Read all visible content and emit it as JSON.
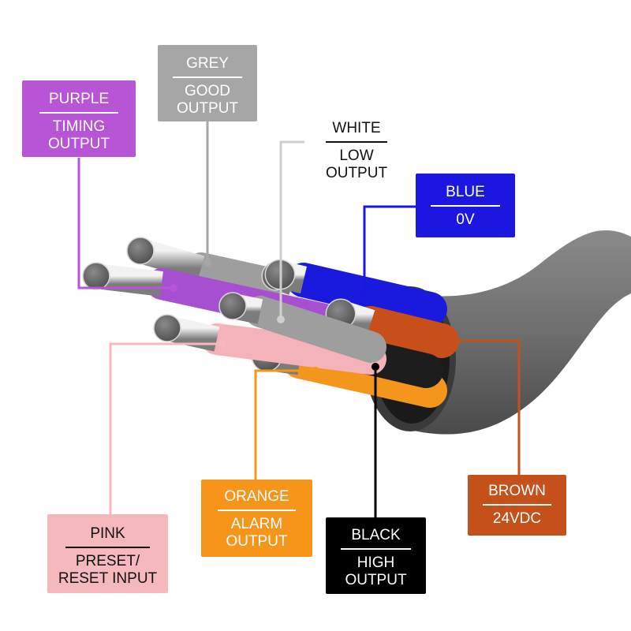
{
  "wires": [
    {
      "id": "purple",
      "color_name": "PURPLE",
      "function": [
        "TIMING",
        "OUTPUT"
      ],
      "color": "#a64fd1",
      "box_bg": "#b855d6",
      "text_color": "#ffffff"
    },
    {
      "id": "grey",
      "color_name": "GREY",
      "function": [
        "GOOD",
        "OUTPUT"
      ],
      "color": "#9e9e9e",
      "box_bg": "#a6a6a6",
      "text_color": "#ffffff"
    },
    {
      "id": "white",
      "color_name": "WHITE",
      "function": [
        "LOW",
        "OUTPUT"
      ],
      "color": "#e9e9e9",
      "box_bg": "#ffffff",
      "text_color": "#111111"
    },
    {
      "id": "blue",
      "color_name": "BLUE",
      "function": [
        "0V"
      ],
      "color": "#1a1adf",
      "box_bg": "#1b17e0",
      "text_color": "#ffffff"
    },
    {
      "id": "pink",
      "color_name": "PINK",
      "function": [
        "PRESET/",
        "RESET INPUT"
      ],
      "color": "#f4b3b8",
      "box_bg": "#f5b8bc",
      "text_color": "#111111"
    },
    {
      "id": "orange",
      "color_name": "ORANGE",
      "function": [
        "ALARM",
        "OUTPUT"
      ],
      "color": "#f5961c",
      "box_bg": "#f7951a",
      "text_color": "#ffffff"
    },
    {
      "id": "black",
      "color_name": "BLACK",
      "function": [
        "HIGH",
        "OUTPUT"
      ],
      "color": "#1d1d1d",
      "box_bg": "#000000",
      "text_color": "#ffffff"
    },
    {
      "id": "brown",
      "color_name": "BROWN",
      "function": [
        "24VDC"
      ],
      "color": "#c94f1a",
      "box_bg": "#c5501a",
      "text_color": "#ffffff"
    }
  ]
}
